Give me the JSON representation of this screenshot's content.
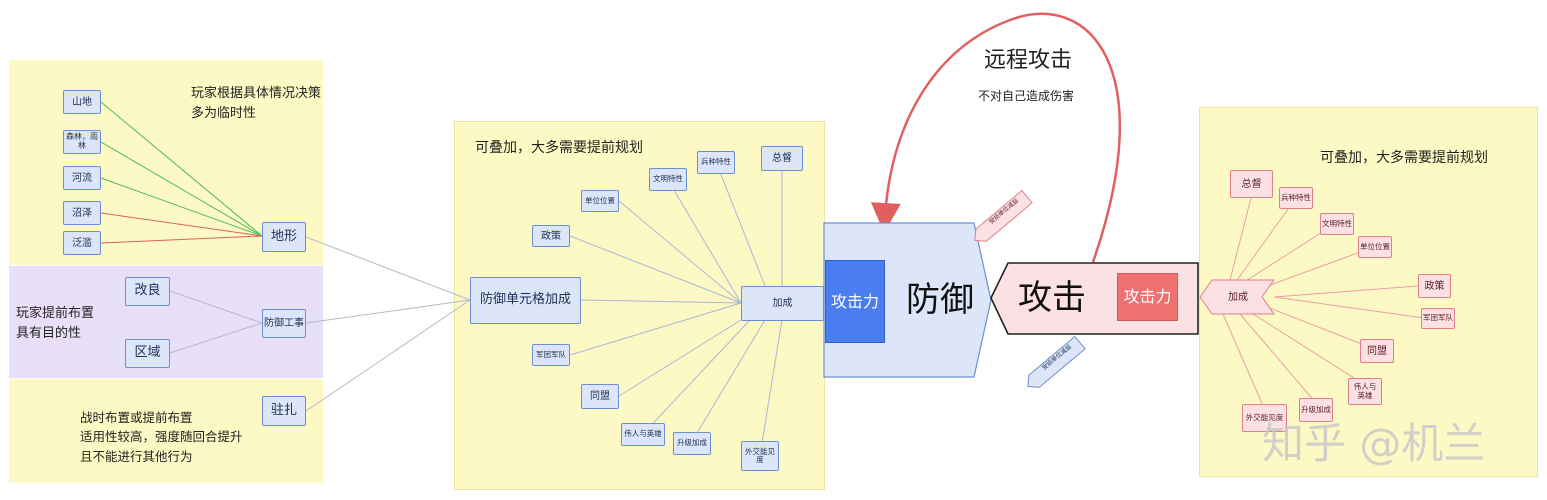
{
  "left": {
    "terrain_note": "玩家根据具体情况决策\n多为临时性",
    "terrain_sources": [
      "山地",
      "森林，雨林",
      "河流",
      "沼泽",
      "泛滥"
    ],
    "terrain_node": "地形",
    "fort_note": "玩家提前布置\n具有目的性",
    "fort_sources": [
      "改良",
      "区域"
    ],
    "fort_node": "防御工事",
    "garrison_node": "驻扎",
    "garrison_note": "战时布置或提前布置\n适用性较高，强度随回合提升\n且不能进行其他行为"
  },
  "middle": {
    "title": "可叠加，大多需要提前规划",
    "hub": "防御单元格加成",
    "center": "加成",
    "sources": [
      "政策",
      "单位位置",
      "文明特性",
      "兵种特性",
      "总督",
      "军团军队",
      "同盟",
      "伟人与英雄",
      "升级加成",
      "外交能见度"
    ]
  },
  "core": {
    "defense": "防御",
    "attack_power_left": "攻击力",
    "attack": "攻击",
    "attack_power_right": "攻击力",
    "ranged_title": "远程攻击",
    "ranged_note": "不对自己造成伤害",
    "tag_top": "受损单位减益",
    "tag_bottom": "受损单位减益"
  },
  "right": {
    "title": "可叠加，大多需要提前规划",
    "center": "加成",
    "sources": [
      "总督",
      "兵种特性",
      "文明特性",
      "单位位置",
      "政策",
      "军团军队",
      "同盟",
      "伟人与英雄",
      "升级加成",
      "外交能见度"
    ]
  },
  "watermark": "知乎 @机兰",
  "colors": {
    "yellow_panel": "#fdf9c4",
    "purple_panel": "#e8e0f8",
    "blue_node": "#dde6f8",
    "pink_node": "#fbe0e4",
    "attack_blue": "#4a7ef0",
    "attack_red": "#f07070",
    "arc_red": "#e06060"
  }
}
